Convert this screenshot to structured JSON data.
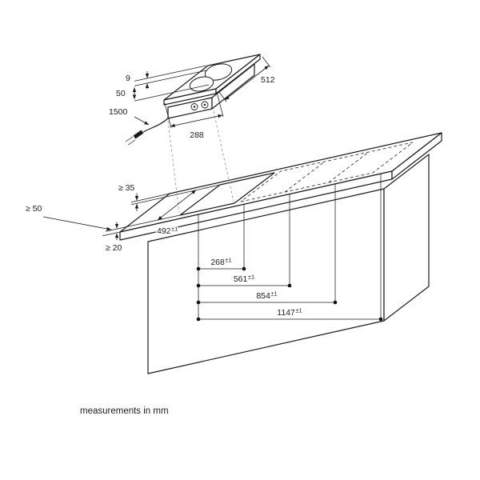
{
  "diagram": {
    "note": "measurements in mm",
    "module": {
      "width": "288",
      "depth": "512",
      "top_height": "9",
      "body_height": "50",
      "cable_length": "1500"
    },
    "worktop": {
      "rear_clearance": "≥ 35",
      "side_clearance": "≥ 50",
      "front_clearance": "≥ 20",
      "cutout_depth": {
        "value": "492",
        "tol": "±1"
      },
      "cutout_positions": [
        {
          "value": "268",
          "tol": "±1"
        },
        {
          "value": "561",
          "tol": "±1"
        },
        {
          "value": "854",
          "tol": "±1"
        },
        {
          "value": "1147",
          "tol": "±1"
        }
      ]
    }
  }
}
